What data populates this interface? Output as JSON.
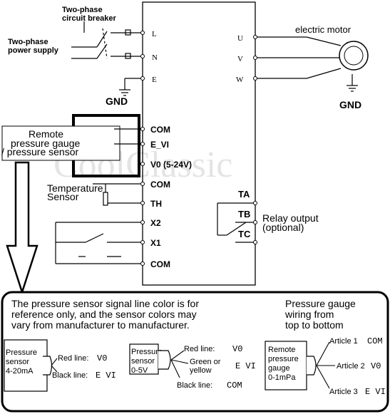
{
  "watermark": "CoolClassic",
  "breaker_label": [
    "Two-phase",
    "circuit breaker"
  ],
  "supply_label": [
    "Two-phase",
    "power supply"
  ],
  "input_terminals": [
    "L",
    "N",
    "E"
  ],
  "output_terminals": [
    "U",
    "V",
    "W"
  ],
  "gnd_left": "GND",
  "gnd_right": "GND",
  "motor_label": "electric motor",
  "control_terminals": [
    "COM",
    "E_VI",
    "V0 (5-24V)",
    "COM",
    "TH",
    "X2",
    "X1",
    "COM"
  ],
  "remote_label": [
    "Remote",
    "pressure gauge",
    "/ pressure sensor"
  ],
  "temperature_label": [
    "Temperature",
    "Sensor"
  ],
  "relay_terminals": [
    "TA",
    "TB",
    "TC"
  ],
  "relay_label": [
    "Relay output",
    "(optional)"
  ],
  "note_text": [
    "The pressure sensor signal line color is for",
    "reference only, and the sensor colors may",
    "vary from manufacturer to manufacturer."
  ],
  "gauge_heading": [
    "Pressure gauge",
    "wiring from",
    "top to bottom"
  ],
  "sensor1": {
    "name": [
      "Pressure",
      "sensor",
      "4-20mA"
    ],
    "lines": [
      {
        "label": "Red line:",
        "term": "V0"
      },
      {
        "label": "Black line:",
        "term": "E VI"
      }
    ]
  },
  "sensor2": {
    "name": [
      "Pressure",
      "sensor",
      "0-5V"
    ],
    "lines": [
      {
        "label": "Red line:",
        "term": "V0"
      },
      {
        "label": "Green or",
        "label2": "yellow",
        "term": "E VI"
      },
      {
        "label": "Black line:",
        "term": "COM"
      }
    ]
  },
  "sensor3": {
    "name": [
      "Remote",
      "pressure",
      "gauge",
      "0-1mPa"
    ],
    "lines": [
      {
        "label": "Article 1",
        "term": "COM"
      },
      {
        "label": "Article 2",
        "term": "V0"
      },
      {
        "label": "Article 3",
        "term": "E VI"
      }
    ]
  }
}
